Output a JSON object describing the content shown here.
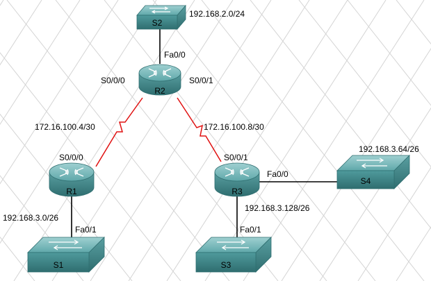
{
  "devices": {
    "r1": {
      "name": "R1",
      "type": "router"
    },
    "r2": {
      "name": "R2",
      "type": "router"
    },
    "r3": {
      "name": "R3",
      "type": "router"
    },
    "s1": {
      "name": "S1",
      "type": "switch"
    },
    "s2": {
      "name": "S2",
      "type": "switch"
    },
    "s3": {
      "name": "S3",
      "type": "switch"
    },
    "s4": {
      "name": "S4",
      "type": "switch"
    }
  },
  "networks": {
    "s2_lan": "192.168.2.0/24",
    "s1_lan": "192.168.3.0/26",
    "s3_lan": "192.168.3.128/26",
    "s4_lan": "192.168.3.64/26",
    "r1_r2_wan": "172.16.100.4/30",
    "r2_r3_wan": "172.16.100.8/30"
  },
  "interfaces": {
    "r2_fa00": "Fa0/0",
    "r2_s000": "S0/0/0",
    "r2_s001": "S0/0/1",
    "r1_s000": "S0/0/0",
    "r1_fa01": "Fa0/1",
    "r3_s001": "S0/0/1",
    "r3_fa00": "Fa0/0",
    "r3_fa01": "Fa0/1"
  },
  "colors": {
    "serial_link": "#e01010",
    "ethernet_link": "#000000",
    "device_fill": "#4f9a9c",
    "grid": "#d4d4d4"
  }
}
